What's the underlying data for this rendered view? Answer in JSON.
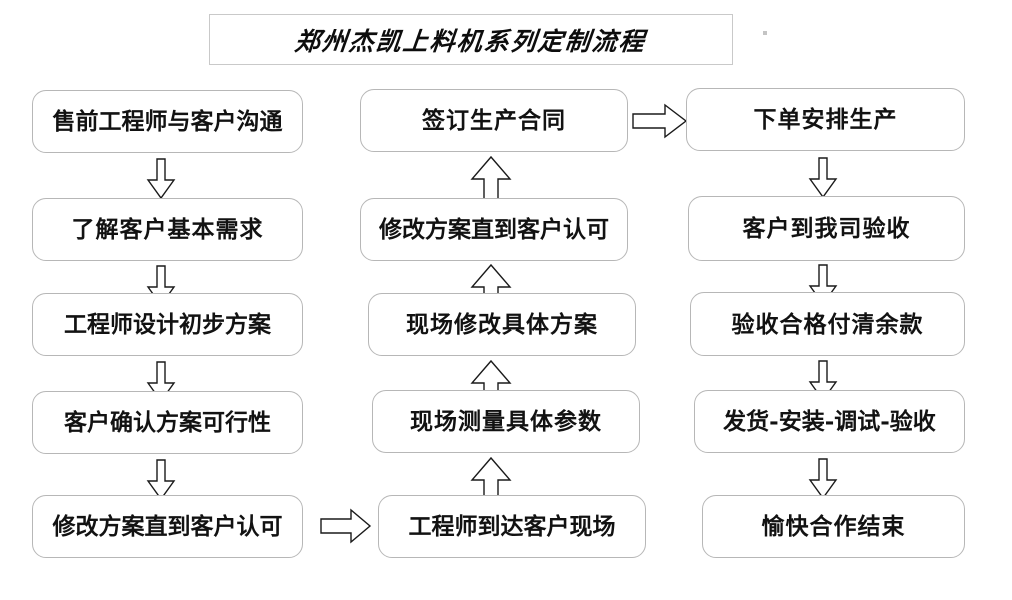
{
  "page": {
    "title": "郑州杰凯上料机系列定制流程",
    "background_color": "#ffffff",
    "box_border_color": "#b7b7b7",
    "text_color": "#121212",
    "arrow_fill": "#ffffff",
    "arrow_stroke": "#1a1a1a"
  },
  "diagram": {
    "type": "flowchart",
    "columns": [
      {
        "name": "column-left",
        "direction": "top-to-bottom",
        "nodes": [
          {
            "id": "l1",
            "label": "售前工程师与客户沟通"
          },
          {
            "id": "l2",
            "label": "了解客户基本需求"
          },
          {
            "id": "l3",
            "label": "工程师设计初步方案"
          },
          {
            "id": "l4",
            "label": "客户确认方案可行性"
          },
          {
            "id": "l5",
            "label": "修改方案直到客户认可"
          }
        ]
      },
      {
        "name": "column-middle",
        "direction": "bottom-to-top",
        "nodes": [
          {
            "id": "m1",
            "label": "签订生产合同"
          },
          {
            "id": "m2",
            "label": "修改方案直到客户认可"
          },
          {
            "id": "m3",
            "label": "现场修改具体方案"
          },
          {
            "id": "m4",
            "label": "现场测量具体参数"
          },
          {
            "id": "m5",
            "label": "工程师到达客户现场"
          }
        ]
      },
      {
        "name": "column-right",
        "direction": "top-to-bottom",
        "nodes": [
          {
            "id": "r1",
            "label": "下单安排生产"
          },
          {
            "id": "r2",
            "label": "客户到我司验收"
          },
          {
            "id": "r3",
            "label": "验收合格付清余款"
          },
          {
            "id": "r4",
            "label": "发货-安装-调试-验收"
          },
          {
            "id": "r5",
            "label": "愉快合作结束"
          }
        ]
      }
    ],
    "connectors": [
      {
        "id": "c-l1-l2",
        "from": "l1",
        "to": "l2",
        "direction": "down"
      },
      {
        "id": "c-l2-l3",
        "from": "l2",
        "to": "l3",
        "direction": "down"
      },
      {
        "id": "c-l3-l4",
        "from": "l3",
        "to": "l4",
        "direction": "down"
      },
      {
        "id": "c-l4-l5",
        "from": "l4",
        "to": "l5",
        "direction": "down"
      },
      {
        "id": "c-l5-m5",
        "from": "l5",
        "to": "m5",
        "direction": "right"
      },
      {
        "id": "c-m5-m4",
        "from": "m5",
        "to": "m4",
        "direction": "up"
      },
      {
        "id": "c-m4-m3",
        "from": "m4",
        "to": "m3",
        "direction": "up"
      },
      {
        "id": "c-m3-m2",
        "from": "m3",
        "to": "m2",
        "direction": "up"
      },
      {
        "id": "c-m2-m1",
        "from": "m2",
        "to": "m1",
        "direction": "up"
      },
      {
        "id": "c-m1-r1",
        "from": "m1",
        "to": "r1",
        "direction": "right"
      },
      {
        "id": "c-r1-r2",
        "from": "r1",
        "to": "r2",
        "direction": "down"
      },
      {
        "id": "c-r2-r3",
        "from": "r2",
        "to": "r3",
        "direction": "down"
      },
      {
        "id": "c-r3-r4",
        "from": "r3",
        "to": "r4",
        "direction": "down"
      },
      {
        "id": "c-r4-r5",
        "from": "r4",
        "to": "r5",
        "direction": "down"
      }
    ]
  }
}
